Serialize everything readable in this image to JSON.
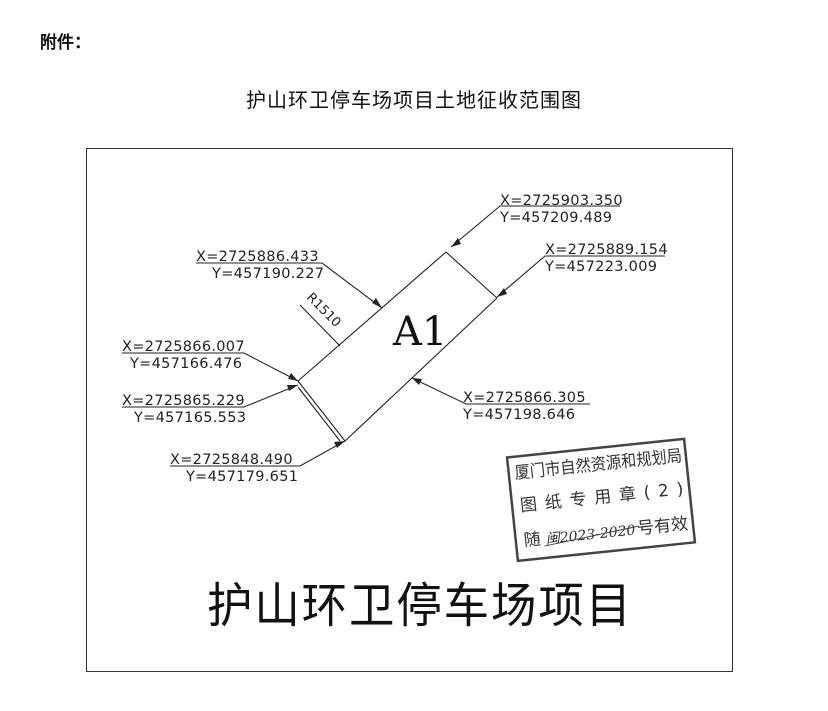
{
  "header": {
    "attachment_label": "附件：",
    "title": "护山环卫停车场项目土地征收范围图"
  },
  "map": {
    "parcel_label": "A1",
    "radius_label": "R1510",
    "project_name": "护山环卫停车场项目",
    "coordinates": [
      {
        "x": "X=2725903.350",
        "y": "Y=457209.489"
      },
      {
        "x": "X=2725889.154",
        "y": "Y=457223.009"
      },
      {
        "x": "X=2725886.433",
        "y": "Y=457190.227"
      },
      {
        "x": "X=2725866.007",
        "y": "Y=457166.476"
      },
      {
        "x": "X=2725865.229",
        "y": "Y=457165.553"
      },
      {
        "x": "X=2725866.305",
        "y": "Y=457198.646"
      },
      {
        "x": "X=2725848.490",
        "y": "Y=457179.651"
      }
    ]
  },
  "stamp": {
    "line1": "厦门市自然资源和规划局",
    "line2": "图纸专用章(2)",
    "line3": "随",
    "line3_tail": "号有效",
    "sign": "闽2023-2020"
  }
}
